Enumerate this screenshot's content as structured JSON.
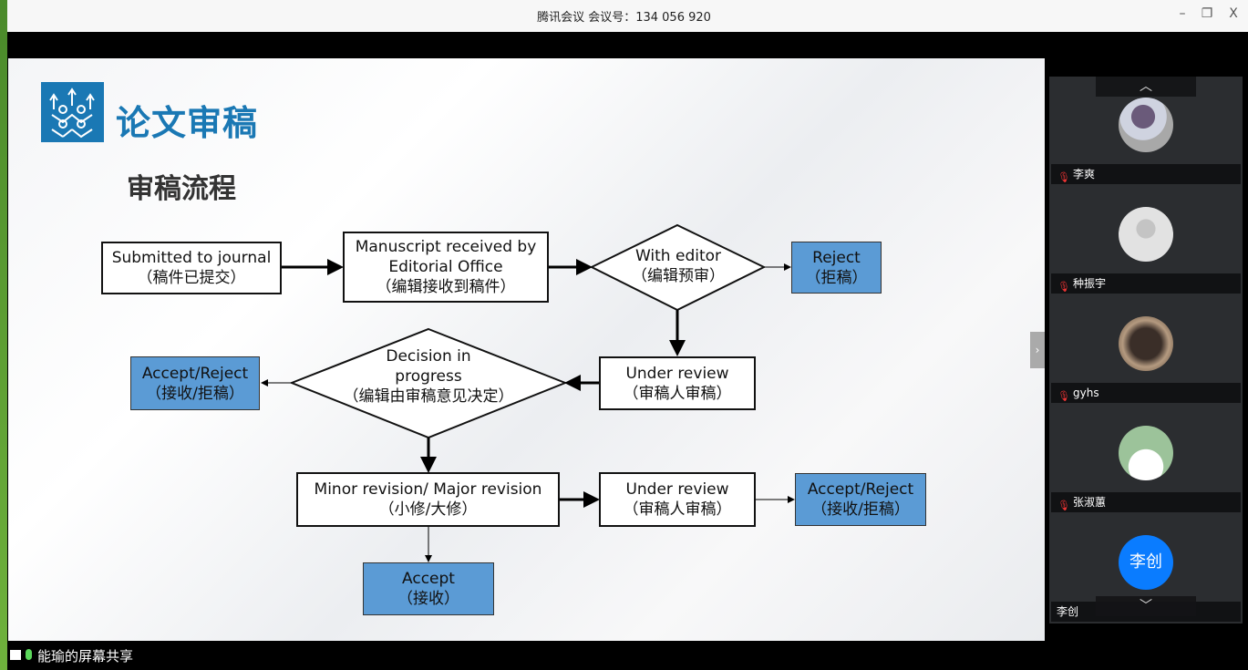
{
  "window": {
    "title": "腾讯会议 会议号：134 056 920",
    "minimize": "–",
    "restore": "❐",
    "close": "X"
  },
  "slide": {
    "title": "论文审稿",
    "subtitle": "审稿流程",
    "colors": {
      "brand": "#1a78b4",
      "box_blue": "#5b9bd5"
    },
    "nodes": {
      "submitted": [
        "Submitted to journal",
        "（稿件已提交）"
      ],
      "received": [
        "Manuscript received by",
        "Editorial Office",
        "（编辑接收到稿件）"
      ],
      "editor": [
        "With editor",
        "（编辑预审）"
      ],
      "reject": [
        "Reject",
        "（拒稿）"
      ],
      "review1": [
        "Under review",
        "（审稿人审稿）"
      ],
      "decision": [
        "Decision in",
        "progress",
        "（编辑由审稿意见决定）"
      ],
      "accept_reject_left": [
        "Accept/Reject",
        "（接收/拒稿）"
      ],
      "revision": [
        "Minor revision/ Major revision",
        "（小修/大修）"
      ],
      "review2": [
        "Under review",
        "（审稿人审稿）"
      ],
      "accept_reject_right": [
        "Accept/Reject",
        "（接收/拒稿）"
      ],
      "accept": [
        "Accept",
        "（接收）"
      ]
    }
  },
  "participants": [
    {
      "name": "李爽",
      "muted": true,
      "avatar": "photo"
    },
    {
      "name": "种振宇",
      "muted": true,
      "avatar": "default-silhouette"
    },
    {
      "name": "gyhs",
      "muted": true,
      "avatar": "photo"
    },
    {
      "name": "张淑蕙",
      "muted": true,
      "avatar": "photo"
    },
    {
      "name": "李创",
      "muted": false,
      "avatar_text": "李创",
      "avatar_color": "#0a7cff"
    }
  ],
  "share_status": "能瑜的屏幕共享"
}
